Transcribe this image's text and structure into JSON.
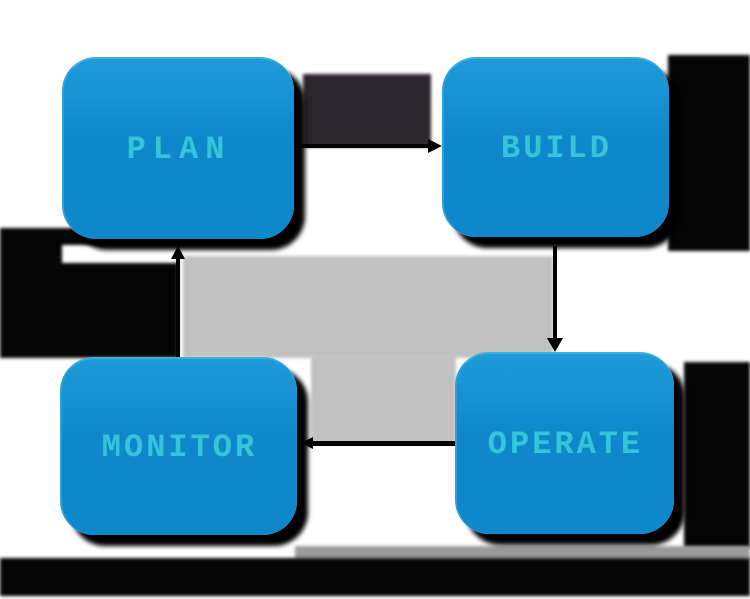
{
  "diagram": {
    "type": "flowchart-cycle",
    "nodes": [
      {
        "id": "plan",
        "label": "PLAN"
      },
      {
        "id": "build",
        "label": "BUILD"
      },
      {
        "id": "monitor",
        "label": "MONITOR"
      },
      {
        "id": "operate",
        "label": "OPERATE"
      }
    ],
    "edges": [
      {
        "from": "PLAN",
        "to": "BUILD",
        "direction": "right"
      },
      {
        "from": "BUILD",
        "to": "OPERATE",
        "direction": "down"
      },
      {
        "from": "OPERATE",
        "to": "MONITOR",
        "direction": "left"
      },
      {
        "from": "MONITOR",
        "to": "PLAN",
        "direction": "up"
      }
    ]
  },
  "colors": {
    "node_fill": "#0f88cb",
    "node_fill_light": "#1e9ad8",
    "node_text": "#35c4da",
    "arrow": "#000000",
    "shadow": "#000000",
    "artifact_gray": "#c1c1c1",
    "artifact_dark": "#2b2530",
    "artifact_black": "#050505",
    "background": "#ffffff"
  }
}
